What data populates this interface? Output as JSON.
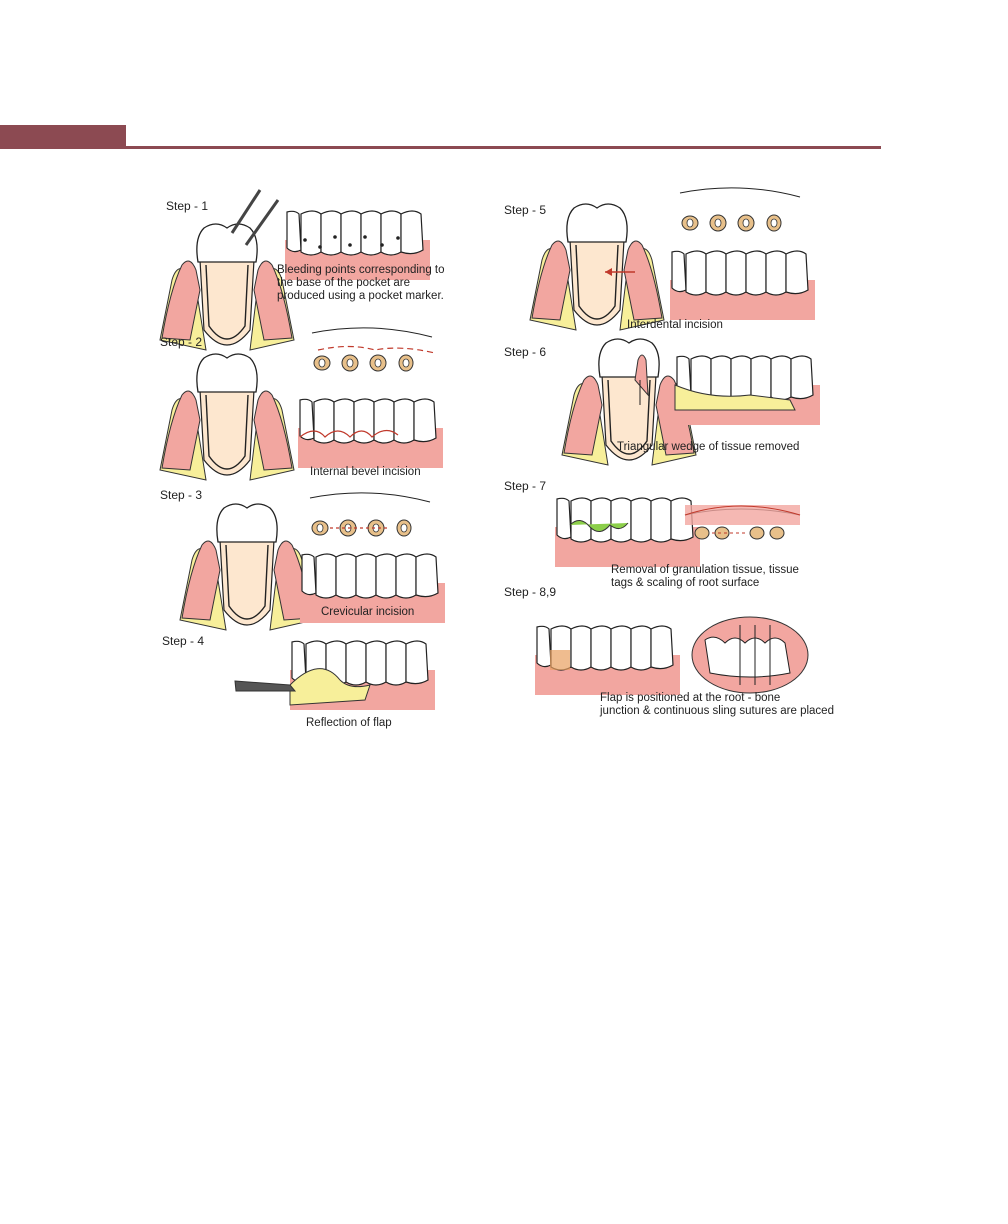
{
  "header": {
    "bar_color": "#8c4a52"
  },
  "figure": {
    "colors": {
      "gum": "#f2a6a0",
      "gum_light": "#f6c6c0",
      "bone": "#f7ef9a",
      "root": "#fde7cf",
      "tooth": "#ffffff",
      "papilla": "#e8c08a",
      "instrument": "#555555",
      "suture": "#c0392b",
      "granulation": "#8ccf4a"
    },
    "steps": [
      {
        "label": "Step - 1",
        "caption": "Bleeding points corresponding to\nthe base of the pocket are\nproduced using a pocket marker."
      },
      {
        "label": "Step - 2",
        "caption": "Internal bevel incision"
      },
      {
        "label": "Step - 3",
        "caption": "Crevicular incision"
      },
      {
        "label": "Step - 4",
        "caption": "Reflection of flap"
      },
      {
        "label": "Step - 5",
        "caption": "Interdental incision"
      },
      {
        "label": "Step - 6",
        "caption": "Triangular wedge of tissue removed"
      },
      {
        "label": "Step - 7",
        "caption": "Removal of granulation tissue, tissue\ntags & scaling of root surface"
      },
      {
        "label": "Step - 8,9",
        "caption": "Flap is positioned at the root - bone\njunction & continuous sling sutures are placed"
      }
    ]
  }
}
